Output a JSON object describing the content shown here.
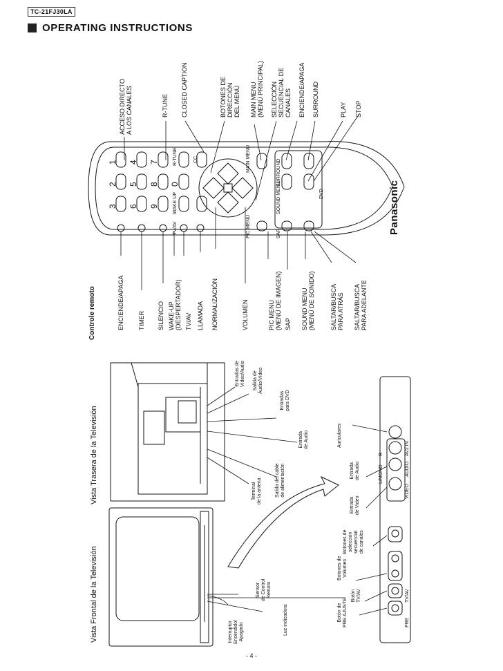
{
  "model": "TC-21FJ30LA",
  "title": "OPERATING INSTRUCTIONS",
  "page_number": "- 4 -",
  "sections": {
    "front": "Vista Frontal de la Televisión",
    "rear": "Vista Trasera de la Televisión",
    "remote": "Controle remoto"
  },
  "remote_right_labels": [
    "ACCESO DIRECTO\nA LOS CANALES",
    "R-TUNE",
    "CLOSED CAPTION",
    "BOTONES DE\nDIRECCIÓN\nDEL MENÚ",
    "MAIN MENU\n(MENÚ PRINCIPAL)",
    "SELECCIÓN\nSECUENCIAL DE\nCANALES",
    "ENCIENDE/APAGA",
    "SURROUND",
    "PLAY",
    "STOP"
  ],
  "remote_left_labels": [
    "ENCIENDE/APAGA",
    "TIMER",
    "SILENCIO",
    "WAKE-UP\n(DESPERTADOR)",
    "TV/AV",
    "LLAMADA",
    "NORMALIZACIÓN",
    "VOLUMEN",
    "PIC MENU\n(MENÚ DE IMAGEN)",
    "SAP",
    "SOUND MENU\n(MENÚ DE SONIDO)",
    "SALTAR/BUSCA\nPARA ATRÁS",
    "SALTAR/BUSCA\nPARA ADELANTE"
  ],
  "remote_keys": {
    "digits": [
      "1",
      "2",
      "3",
      "4",
      "5",
      "6",
      "7",
      "8",
      "9",
      "0"
    ],
    "labels": [
      "R-TUNE",
      "CC",
      "WAKE UP",
      "TV/AV",
      "PIC MENU",
      "MAIN MENU",
      "SAP",
      "SOUND MENU",
      "SURROUND",
      "DVD"
    ],
    "brand": "Panasonic"
  },
  "rear_labels": [
    "Entradas de\nVídeo/Audio",
    "Salida de\nÁudio/Vídeo",
    "Entradas\npara DVD",
    "Entrada\nde Audio",
    "Salida del cable\nde alimentación",
    "Terminal\nde la antena"
  ],
  "front_labels": [
    "Interruptor\nEncendido/\nApagado",
    "Luz indicadora",
    "Sensor\nde Control\nRemoto",
    "Botón de\nPRE AJUSTE",
    "Botón\nTV/AV",
    "Botones de\nVolumen",
    "Botones de\nselección\nsecuencial\nde canales",
    "Entrada\nde Video",
    "Entrada\nde Audio",
    "Auriculares"
  ],
  "panel_labels": [
    "PRE",
    "TV/AV",
    "VIDEO",
    "L/MONO",
    "R",
    "AUDIO",
    "AV2 IN"
  ]
}
